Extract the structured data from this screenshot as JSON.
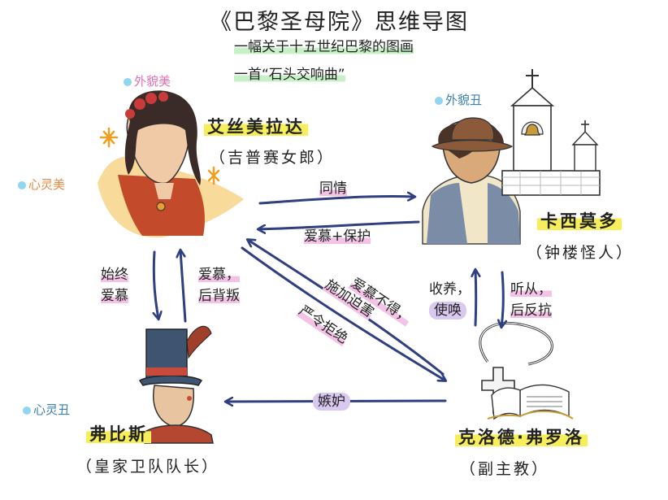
{
  "title": "《巴黎圣母院》思维导图",
  "subtitle_1": "一幅关于十五世纪巴黎的图画",
  "subtitle_2": "一首“石头交响曲”",
  "esmeralda": {
    "name": "艾丝美拉达",
    "role": "（吉普赛女郎）",
    "tag_top": "外貌美",
    "tag_left": "心灵美"
  },
  "quasimodo": {
    "name": "卡西莫多",
    "role": "（钟楼怪人）",
    "tag": "外貌丑"
  },
  "phoebus": {
    "name": "弗比斯",
    "role": "（皇家卫队队长）",
    "tag": "心灵丑"
  },
  "frollo": {
    "name": "克洛德·弗罗洛",
    "role": "（副主教）"
  },
  "relations": {
    "sympathy": "同情",
    "love_protect": "爱慕+保护",
    "always_love_1": "始终",
    "always_love_2": "爱慕",
    "love_betray_1": "爱慕，",
    "love_betray_2": "后背叛",
    "unrequited_1": "爱慕不得，",
    "unrequited_2": "施加迫害",
    "refuse": "严令拒绝",
    "adopt_1": "收养，",
    "adopt_2": "使唤",
    "obey_1": "听从，",
    "obey_2": "后反抗",
    "jealous": "嫉妒"
  },
  "colors": {
    "arrow": "#2f3f7f",
    "tag_pink": "#e46fb4",
    "tag_orange": "#e58a45",
    "tag_blue": "#3a7fb5",
    "dot_cyan": "#8fd6ee",
    "highlight_yellow": "#f7ef5a",
    "highlight_green": "#c8f0c8",
    "highlight_pink": "#f4c2e6",
    "highlight_purple": "#d9c8ef"
  },
  "icons": [
    "esmeralda-portrait",
    "quasimodo-portrait",
    "bell-tower-icon",
    "phoebus-portrait",
    "cross-necklace-icon",
    "book-icon"
  ]
}
